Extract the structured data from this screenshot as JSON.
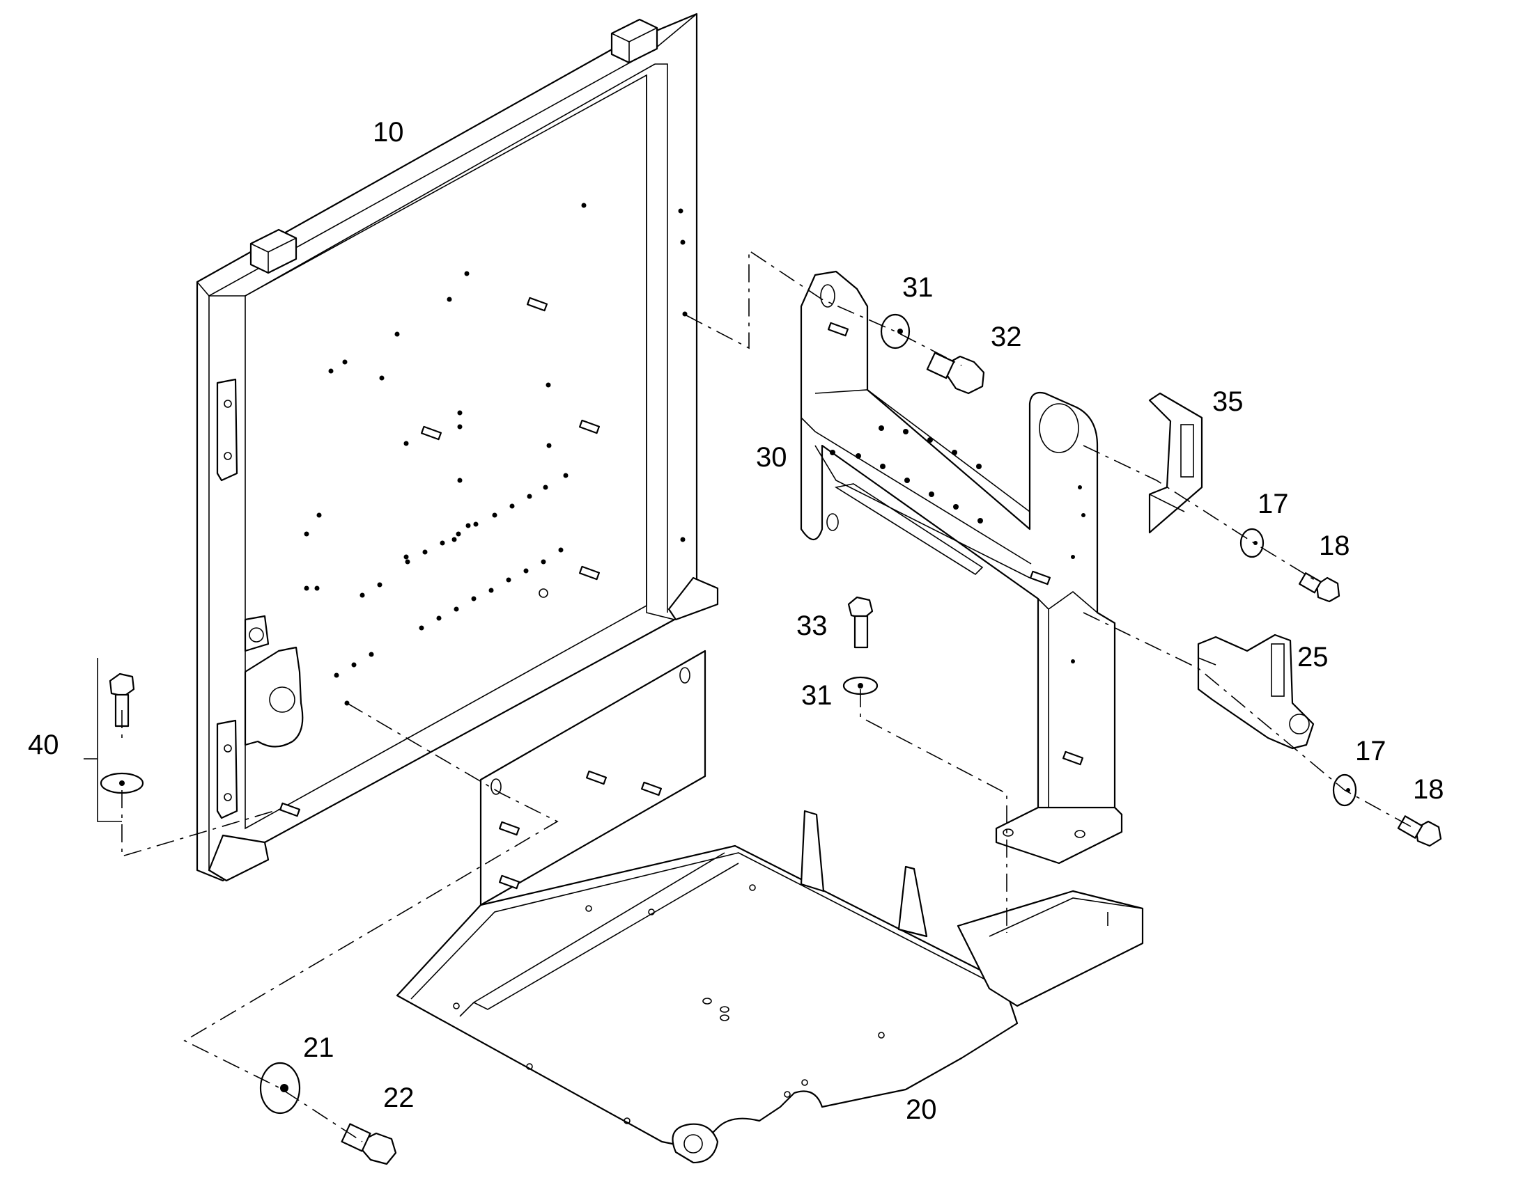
{
  "diagram": {
    "callouts": {
      "c10": "10",
      "c20": "20",
      "c21": "21",
      "c22": "22",
      "c30": "30",
      "c31a": "31",
      "c31b": "31",
      "c32": "32",
      "c33": "33",
      "c35": "35",
      "c17a": "17",
      "c17b": "17",
      "c18a": "18",
      "c18b": "18",
      "c25": "25",
      "c40": "40"
    }
  }
}
